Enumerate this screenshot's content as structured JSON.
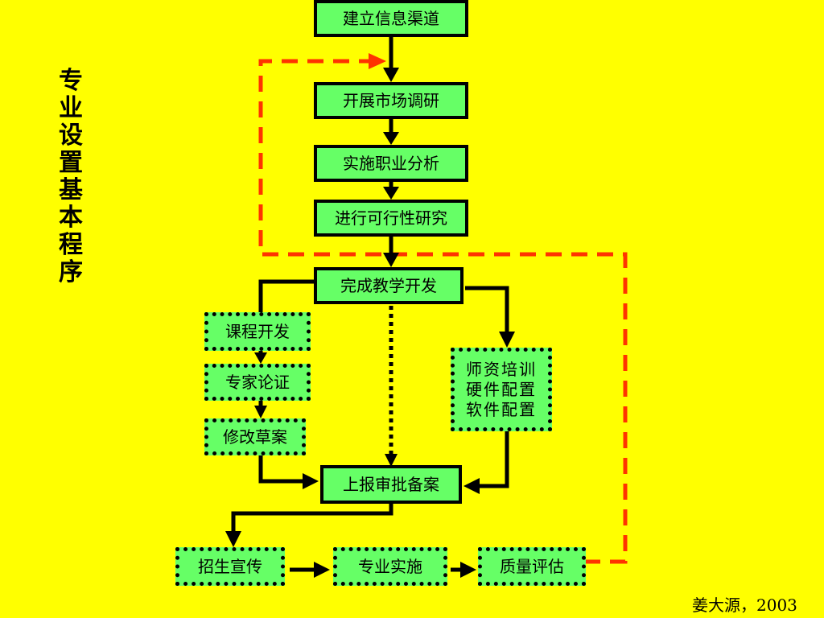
{
  "title_chars": [
    "专",
    "业",
    "设",
    "置",
    "基",
    "本",
    "程",
    "序"
  ],
  "nodes": {
    "build_channels": "建立信息渠道",
    "market_research": "开展市场调研",
    "job_analysis": "实施职业分析",
    "feasibility": "进行可行性研究",
    "teaching_dev": "完成教学开发",
    "course_dev": "课程开发",
    "expert_review": "专家论证",
    "revise_draft": "修改草案",
    "resources": [
      "师资培训",
      "硬件配置",
      "软件配置"
    ],
    "submit_approval": "上报审批备案",
    "enrollment": "招生宣传",
    "implementation": "专业实施",
    "evaluation": "质量评估"
  },
  "credit": "姜大源，2003",
  "colors": {
    "background": "#ffff00",
    "box_fill": "#66ff66",
    "line": "#000000",
    "feedback": "#ff3300"
  }
}
